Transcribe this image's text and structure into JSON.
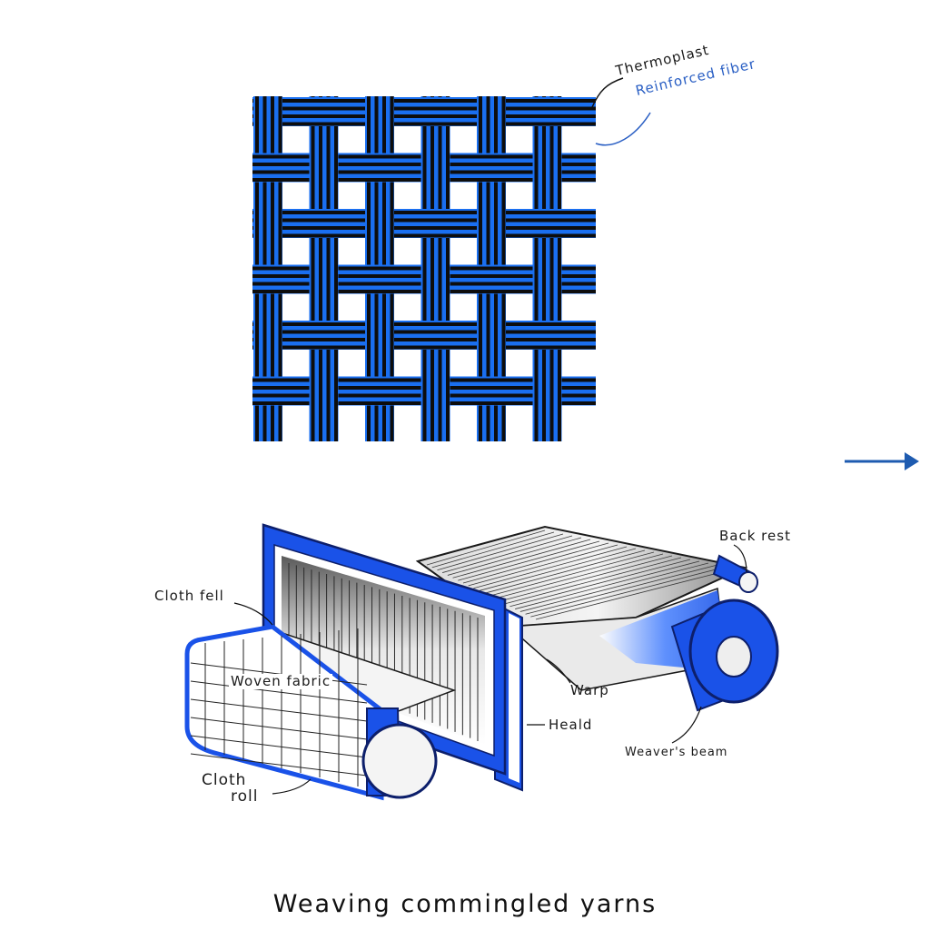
{
  "title": "Weaving commingled yarns",
  "colors": {
    "fiber_blue": "#1a6ff0",
    "thermoplast_black": "#0d0d0d",
    "annotation_blue": "#2a5fc4",
    "arrow_blue": "#1e5bb0"
  },
  "weave": {
    "legend": {
      "thermoplast": "Thermoplast",
      "fiber": "Reinforced fiber"
    }
  },
  "loom": {
    "labels": {
      "back_rest": "Back rest",
      "cloth_fell": "Cloth fell",
      "woven_fabric": "Woven fabric",
      "warp": "Warp",
      "heald": "Heald",
      "weavers_beam": "Weaver's beam",
      "cloth_roll_1": "Cloth",
      "cloth_roll_2": "roll"
    }
  },
  "arrow_icon": "arrow-right-icon"
}
